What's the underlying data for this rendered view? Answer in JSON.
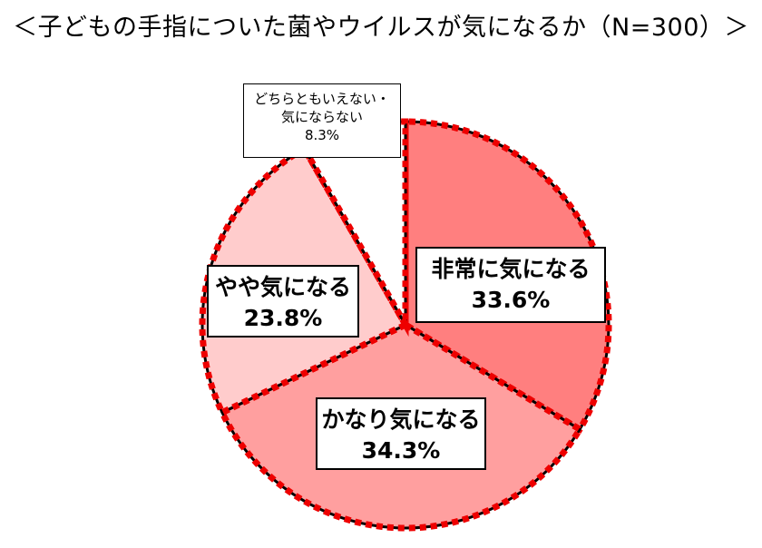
{
  "title": "＜子どもの手指についた菌やウイルスが気になるか（N=300）＞",
  "chart_data": {
    "type": "pie",
    "title": "＜子どもの手指についた菌やウイルスが気になるか（N=300）＞",
    "start_angle_deg": 0,
    "direction": "clockwise",
    "slices": [
      {
        "label": "非常に気になる",
        "value": 33.6,
        "value_label": "33.6%",
        "color": "#ff7f7f"
      },
      {
        "label": "かなり気になる",
        "value": 34.3,
        "value_label": "34.3%",
        "color": "#ff9f9f"
      },
      {
        "label": "やや気になる",
        "value": 23.8,
        "value_label": "23.8%",
        "color": "#ffcccc"
      },
      {
        "label_lines": [
          "どちらともいえない・",
          "気にならない"
        ],
        "value": 8.3,
        "value_label": "8.3%",
        "color": "#ffffff"
      }
    ],
    "outline_style": "dotted red over black"
  }
}
